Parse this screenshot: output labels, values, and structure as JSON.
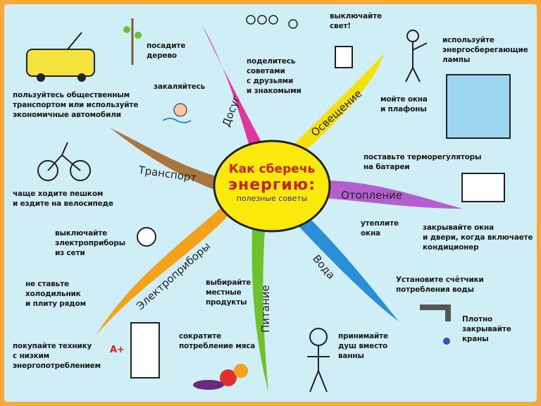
{
  "center": {
    "line1": "Как сберечь",
    "line2": "энергию:",
    "line3": "полезные советы"
  },
  "branches": [
    {
      "label": "Досуг",
      "color": "#e0389a"
    },
    {
      "label": "Освещение",
      "color": "#f3e10e"
    },
    {
      "label": "Отопление",
      "color": "#b45fcf"
    },
    {
      "label": "Вода",
      "color": "#2b8fd8"
    },
    {
      "label": "Питание",
      "color": "#6dc22b"
    },
    {
      "label": "Электроприборы",
      "color": "#f3a21c"
    },
    {
      "label": "Транспорт",
      "color": "#a9763f"
    }
  ],
  "tips": {
    "plant_tree": "посадите\nдерево",
    "harden": "закаляйтесь",
    "share": "поделитесь\nсоветами\nс друзьями\nи знакомыми",
    "lights_off": "выключайте\nсвет!",
    "lamps": "используйте\nэнергосберегающие\nлампы",
    "windows": "мойте окна\nи плафоны",
    "thermo": "поставьте терморегуляторы\nна батареи",
    "insulate": "утеплите\nокна",
    "close_doors": "закрывайте окна\nи двери, когда включаете\nкондиционер",
    "meters": "Установите счётчики\nпотребления воды",
    "taps": "Плотно\nзакрывайте\nкраны",
    "shower": "принимайте\nдуш вместо\nванны",
    "meat": "сократите\nпотребление мяса",
    "local": "выбирайте\nместные\nпродукты",
    "low_energy": "покупайте технику\nс низким\nэнергопотреблением",
    "fridge": "не ставьте\nхолодильник\nи плиту рядом",
    "unplug": "выключайте\nэлектроприборы\nиз сети",
    "walk": "чаще ходите пешком\nи ездите на велосипеде",
    "transport": "пользуйтесь общественным\nтранспортом или используйте\nэкономичные автомобили"
  },
  "fridge_label": "A+"
}
